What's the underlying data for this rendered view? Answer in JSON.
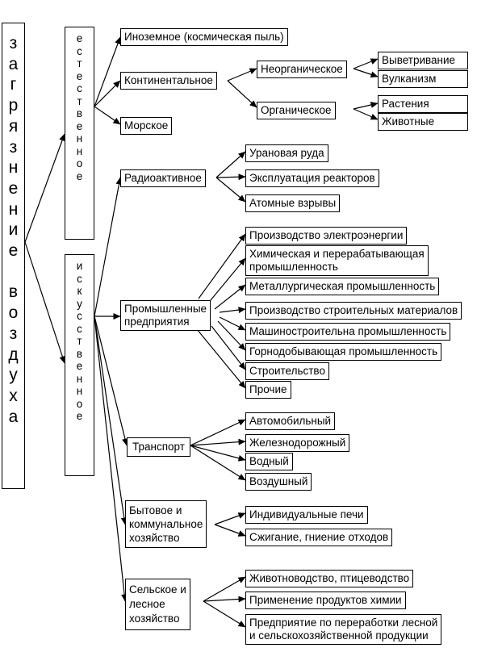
{
  "title": "загрязнение воздуха",
  "title_vertical": "з\nа\nг\nр\nя\nз\nн\nе\nн\nи\nе\n\nв\nо\nз\nд\nу\nх\nа",
  "natural": {
    "label": "естественное",
    "label_vertical": "е\nс\nт\nе\nс\nт\nв\nе\nн\nн\nо\nе",
    "foreign": "Иноземное (космическая пыль)",
    "continental": "Континентальное",
    "inorganic": "Неорганическое",
    "weathering": "Выветривание",
    "volcanism": "Вулканизм",
    "organic": "Органическое",
    "plants": "Растения",
    "animals": "Животные",
    "marine": "Морское"
  },
  "artificial": {
    "label": "искусственное",
    "label_vertical": "и\nс\nк\nу\nс\nс\nт\nв\nе\nн\nн\nо\nе",
    "radioactive": {
      "label": "Радиоактивное",
      "items": [
        "Урановая руда",
        "Эксплуатация реакторов",
        "Атомные взрывы"
      ]
    },
    "industrial": {
      "label": "Промышленные\nпредприятия",
      "items": [
        "Производство электроэнергии",
        "Химическая и перерабатывающая\nпромышленность",
        "Металлургическая промышленность",
        "Производство строительных материалов",
        "Машиностроительна промышленность",
        "Горнодобывающая промышленность",
        "Строительство",
        "Прочие"
      ]
    },
    "transport": {
      "label": "Транспорт",
      "items": [
        "Автомобильный",
        "Железнодорожный",
        "Водный",
        "Воздушный"
      ]
    },
    "household": {
      "label": "Бытовое и\nкоммунальное\nхозяйство",
      "items": [
        "Индивидуальные печи",
        "Сжигание, гниение отходов"
      ]
    },
    "agriculture": {
      "label": "Сельское и\nлесное\nхозяйство",
      "items": [
        "Животноводство, птицеводство",
        "Применение продуктов химии",
        "Предприятие по переработки лесной\nи сельскохозяйственной продукции"
      ]
    }
  }
}
